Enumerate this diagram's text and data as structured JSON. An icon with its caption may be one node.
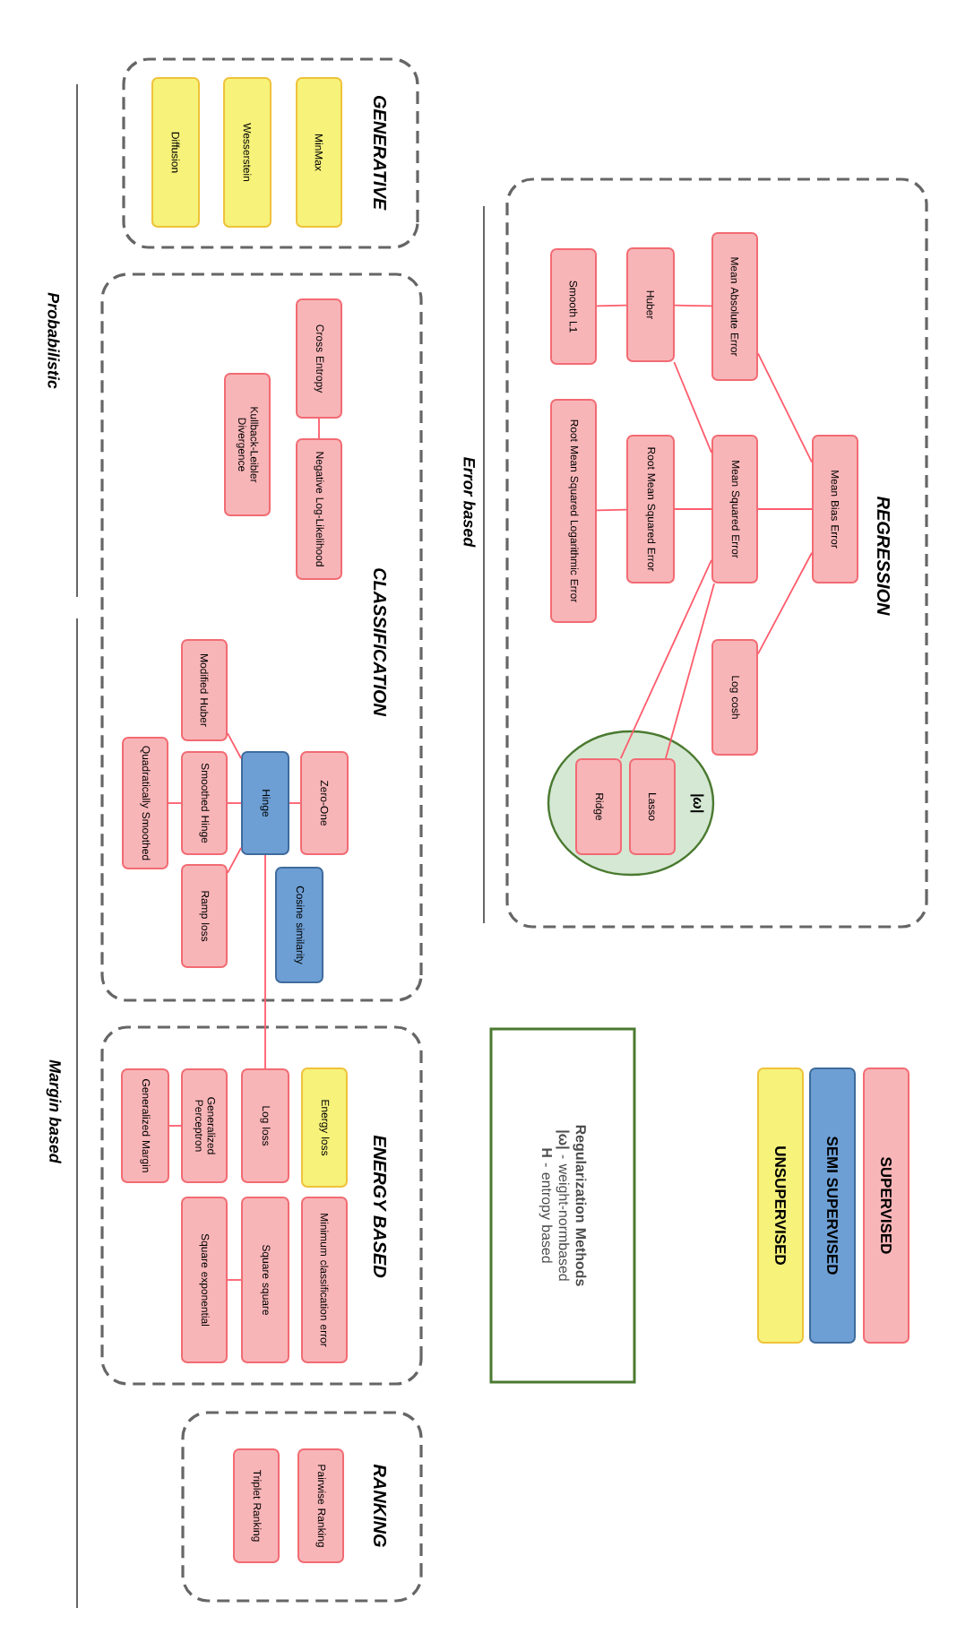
{
  "diagram": {
    "nodes": [
      {
        "text": [
          "REGRESSION"
        ]
      },
      {
        "text": [
          "Mean Bias Error"
        ],
        "in": 0
      },
      {
        "text": [
          "Mean Absolute Error"
        ],
        "in": 0
      },
      {
        "text": [
          "Mean Squared Error"
        ],
        "in": 0
      },
      {
        "text": [
          "Log cosh"
        ],
        "in": 0
      },
      {
        "text": [
          "Huber"
        ],
        "in": 0
      },
      {
        "text": [
          "Root Mean Squared Error"
        ],
        "in": 0
      },
      {
        "text": [
          "Smooth L1"
        ],
        "in": 0
      },
      {
        "text": [
          "Root Mean Squared Logarithmic Error"
        ],
        "in": 0
      },
      {
        "text": [
          "|ω|"
        ],
        "in": 0
      },
      {
        "text": [
          "Lasso"
        ],
        "in": 9
      },
      {
        "text": [
          "Ridge"
        ],
        "in": 9
      },
      {
        "text": [
          "GENERATIVE"
        ]
      },
      {
        "text": [
          "MinMax"
        ],
        "in": 12
      },
      {
        "text": [
          "Wesserstein"
        ],
        "in": 12
      },
      {
        "text": [
          "Diffusion"
        ],
        "in": 12
      },
      {
        "text": [
          "CLASSIFICATION"
        ]
      },
      {
        "text": [
          "Cross Entropy"
        ],
        "in": 16
      },
      {
        "text": [
          "Negative Log-Likelihood"
        ],
        "in": 16
      },
      {
        "text": [
          "Kullback-Leibler Divergence"
        ],
        "in": 16
      },
      {
        "text": [
          "Zero-One"
        ],
        "in": 16
      },
      {
        "text": [
          "Hinge"
        ],
        "in": 16
      },
      {
        "text": [
          "Cosine similarity"
        ],
        "in": 16
      },
      {
        "text": [
          "Modified Huber"
        ],
        "in": 16
      },
      {
        "text": [
          "Smoothed Hinge"
        ],
        "in": 16
      },
      {
        "text": [
          "Ramp loss"
        ],
        "in": 16
      },
      {
        "text": [
          "Quadratically Smoothed"
        ],
        "in": 16
      },
      {
        "text": [
          "ENERGY BASED"
        ]
      },
      {
        "text": [
          "Energy loss"
        ],
        "in": 27
      },
      {
        "text": [
          "Minimum classification error"
        ],
        "in": 27
      },
      {
        "text": [
          "Log loss"
        ],
        "in": 27
      },
      {
        "text": [
          "Square square"
        ],
        "in": 27
      },
      {
        "text": [
          "Generalized Perceptron"
        ],
        "in": 27
      },
      {
        "text": [
          "Square exponential"
        ],
        "in": 27
      },
      {
        "text": [
          "Generalized Margin"
        ],
        "in": 27
      },
      {
        "text": [
          "RANKING"
        ]
      },
      {
        "text": [
          "Pairwise Ranking"
        ],
        "in": 35
      },
      {
        "text": [
          "Triplet Ranking"
        ],
        "in": 35
      },
      {
        "text": [
          "Regularization Methods",
          "**|ω|** - weight-normbased",
          "**H** - entropy based"
        ]
      }
    ],
    "edges": [
      {
        "from": 1,
        "to": 2,
        "arrow": "none"
      },
      {
        "from": 1,
        "to": 3,
        "arrow": "none"
      },
      {
        "from": 1,
        "to": 4,
        "arrow": "none"
      },
      {
        "from": 2,
        "to": 5,
        "arrow": "none"
      },
      {
        "from": 5,
        "to": 7,
        "arrow": "none"
      },
      {
        "from": 5,
        "to": 3,
        "arrow": "none"
      },
      {
        "from": 3,
        "to": 6,
        "arrow": "none"
      },
      {
        "from": 6,
        "to": 8,
        "arrow": "none"
      },
      {
        "from": 3,
        "to": 10,
        "arrow": "none"
      },
      {
        "from": 3,
        "to": 11,
        "arrow": "none"
      },
      {
        "from": 17,
        "to": 18,
        "arrow": "none"
      },
      {
        "from": 21,
        "to": 20,
        "arrow": "none"
      },
      {
        "from": 21,
        "to": 23,
        "arrow": "none"
      },
      {
        "from": 21,
        "to": 24,
        "arrow": "none"
      },
      {
        "from": 21,
        "to": 25,
        "arrow": "none"
      },
      {
        "from": 24,
        "to": 26,
        "arrow": "none"
      },
      {
        "from": 21,
        "to": 30,
        "arrow": "none"
      },
      {
        "from": 32,
        "to": 34,
        "arrow": "none"
      },
      {
        "from": 31,
        "to": 33,
        "arrow": "none"
      }
    ],
    "labels": [
      "Error based",
      "Probabilistic",
      "Margin based"
    ],
    "legend": [
      {
        "text": "SUPERVISED",
        "color": "#f8b5b8"
      },
      {
        "text": "SEMI SUPERVISED",
        "color": "#6d9fd5"
      },
      {
        "text": "UNSUPERVISED",
        "color": "#f6f27a"
      }
    ]
  }
}
